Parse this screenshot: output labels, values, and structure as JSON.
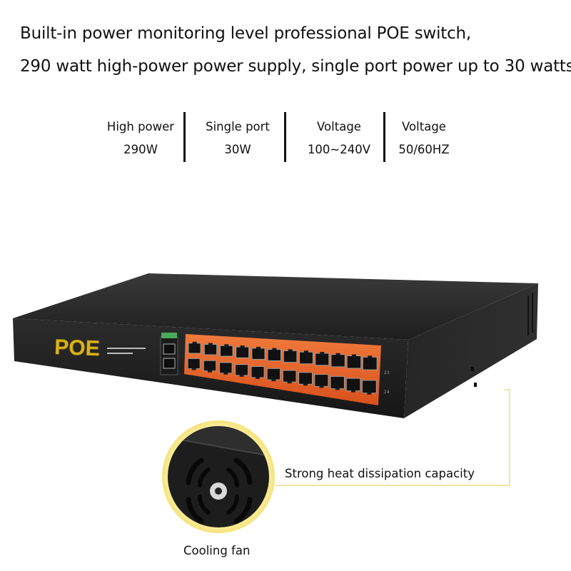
{
  "headline": {
    "line1": "Built-in power monitoring level professional POE switch,",
    "line2": "290 watt high-power power supply, single port power up to 30 watts"
  },
  "specs": [
    {
      "label": "High power",
      "value": "290W"
    },
    {
      "label": "Single port",
      "value": "30W"
    },
    {
      "label": "Voltage",
      "value": "100~240V"
    },
    {
      "label": "Voltage",
      "value": "50/60HZ"
    }
  ],
  "device": {
    "logo": "POE",
    "port_count": 24,
    "port_numbers": [
      "23",
      "24"
    ],
    "colors": {
      "body": "#242424",
      "port_panel": "#e8642a",
      "logo": "#d9b318",
      "highlight": "#f2e07a"
    }
  },
  "callouts": {
    "heat": "Strong heat dissipation capacity",
    "fan": "Cooling fan"
  }
}
